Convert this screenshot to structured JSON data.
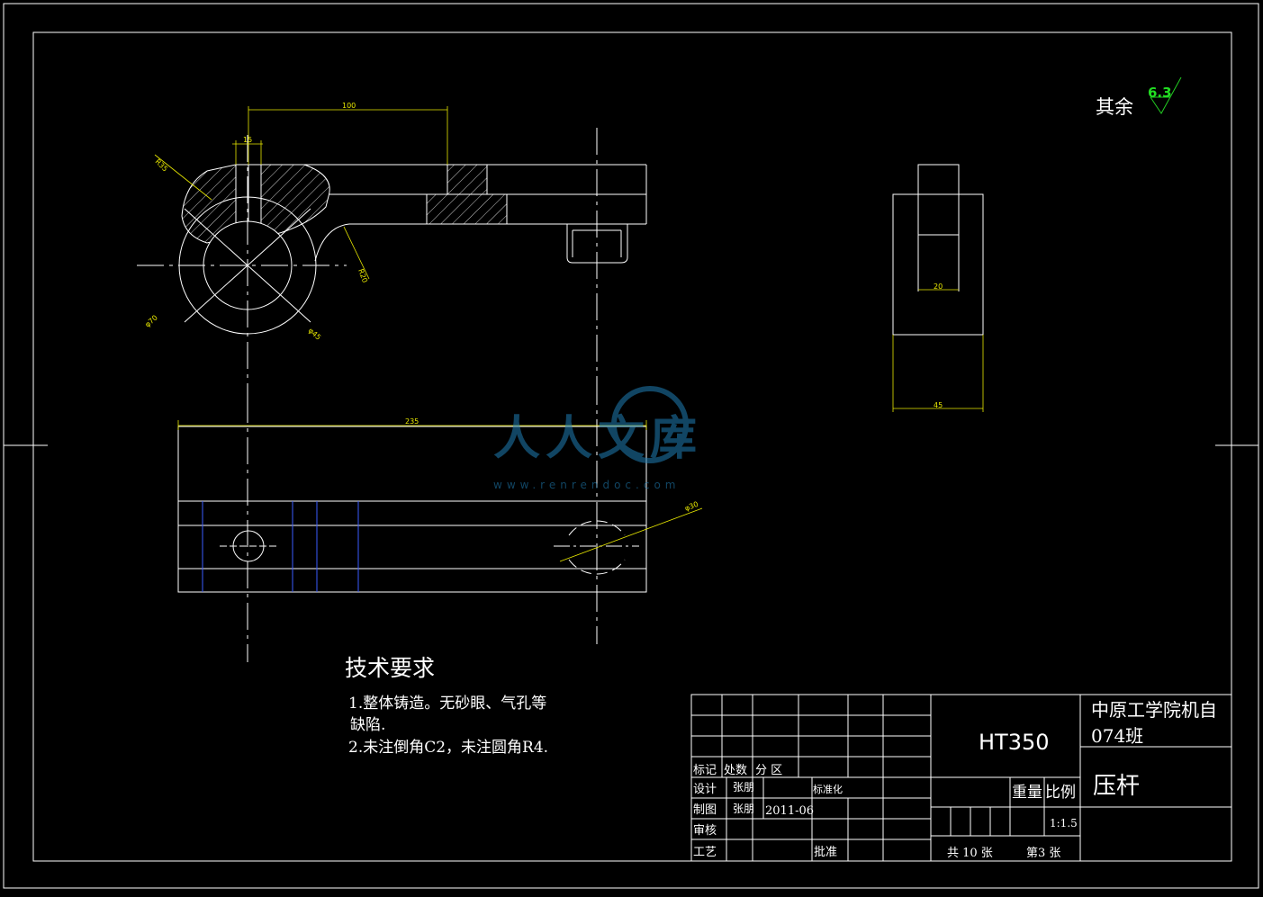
{
  "drawing": {
    "surface_roughness": {
      "label": "其余",
      "value": "6.3"
    },
    "dimensions": {
      "d100": "100",
      "d15": "15",
      "r35": "R35",
      "r20": "R20",
      "phi70": "φ70",
      "phi45": "φ45",
      "d235": "235",
      "phi30": "φ30",
      "d20": "20",
      "d45": "45"
    },
    "watermark": {
      "brand": "人人文库",
      "url": "www.renrendoc.com"
    }
  },
  "tech_requirements": {
    "title": "技术要求",
    "line1": "1.整体铸造。无砂眼、气孔等",
    "line2": "缺陷.",
    "line3": "2.未注倒角C2，未注圆角R4."
  },
  "title_block": {
    "material": "HT350",
    "school": "中原工学院机自",
    "class": "074班",
    "part_name": "压杆",
    "labels": {
      "mark": "标记",
      "count": "处数",
      "zone": "分  区",
      "design": "设计",
      "standardize": "标准化",
      "draw": "制图",
      "review": "审核",
      "process": "工艺",
      "approve": "批准",
      "weight": "重量",
      "scale": "比例"
    },
    "designer": "张朋",
    "drafter": "张朋",
    "date": "2011-06",
    "scale_value": "1:1.5",
    "total_sheets": "共 10 张",
    "sheet_no": "第3 张"
  }
}
